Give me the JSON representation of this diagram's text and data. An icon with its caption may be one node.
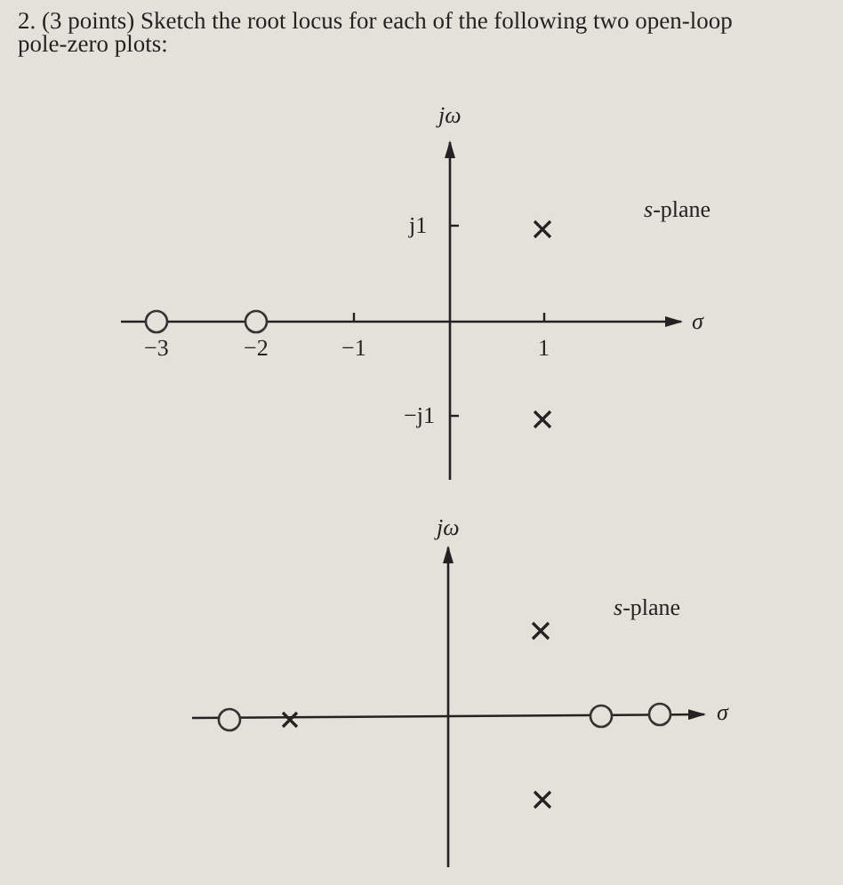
{
  "diagram": {
    "title": "2. (3 points) Sketch the root locus for each of the following two open-loop pole-zero plots:",
    "labels": [
      "jω",
      "j1",
      "*s*-plane",
      "σ",
      "−3",
      "−2",
      "−1",
      "1",
      "−j1",
      "jω",
      "*s*-plane",
      "σ"
    ]
  }
}
